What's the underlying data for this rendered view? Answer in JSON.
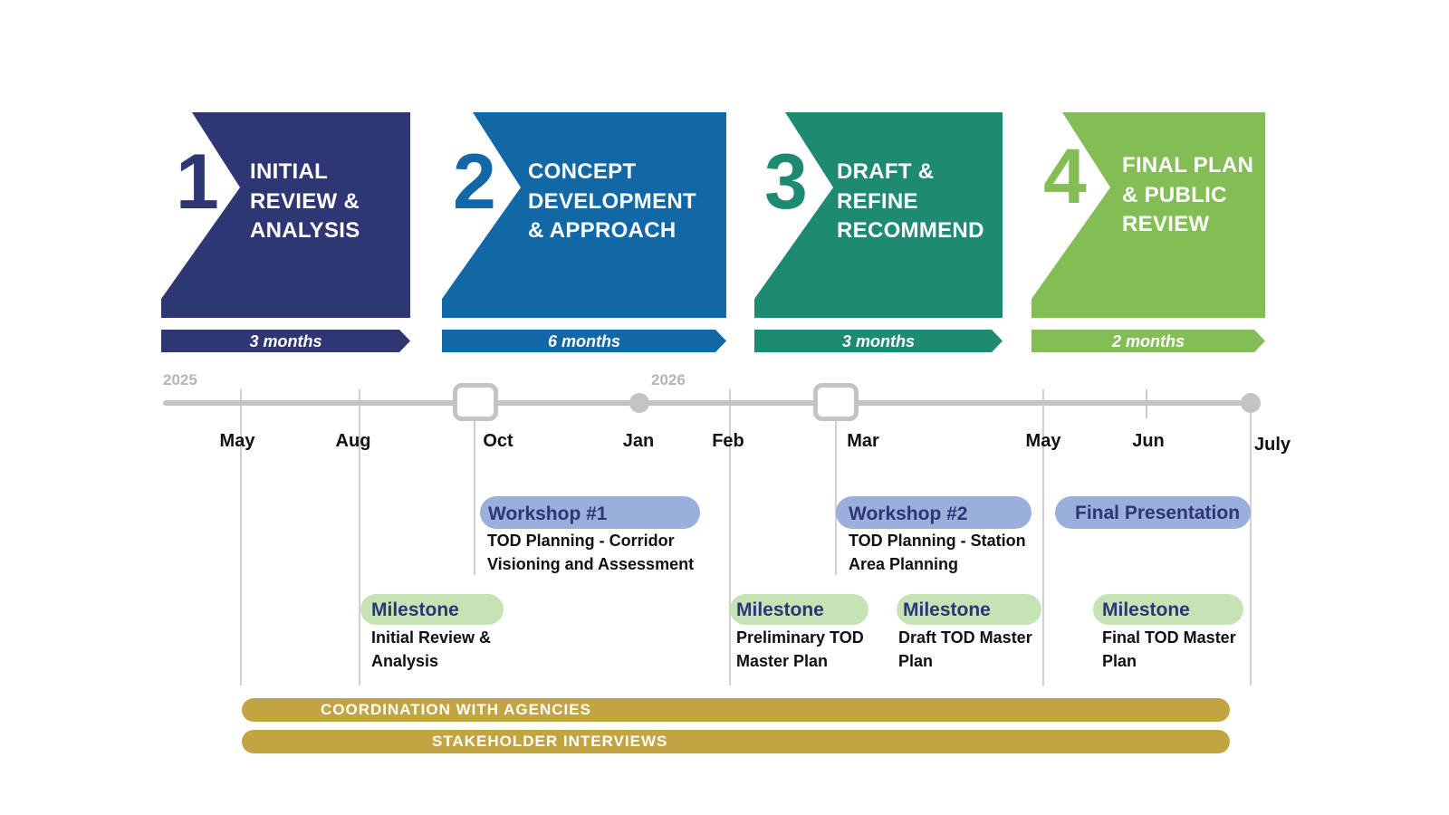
{
  "colors": {
    "phase1": "#2e3673",
    "phase2": "#1268a6",
    "phase3": "#1f8a72",
    "phase4": "#84bd56",
    "workshop": "#9aafdb",
    "milestone": "#c6e3b6",
    "bar": "#c2a443",
    "timeline": "#c3c3c6"
  },
  "phases": [
    {
      "number": "1",
      "title": "INITIAL\nREVIEW &\nANALYSIS",
      "duration": "3 months"
    },
    {
      "number": "2",
      "title": "CONCEPT\nDEVELOPMENT\n& APPROACH",
      "duration": "6 months"
    },
    {
      "number": "3",
      "title": "DRAFT &\nREFINE\nRECOMMEND",
      "duration": "3 months"
    },
    {
      "number": "4",
      "title": "FINAL PLAN\n& PUBLIC\nREVIEW",
      "duration": "2 months"
    }
  ],
  "timeline": {
    "years": [
      "2025",
      "2026"
    ],
    "months": [
      "May",
      "Aug",
      "Oct",
      "Jan",
      "Feb",
      "Mar",
      "May",
      "Jun",
      "July"
    ]
  },
  "workshops": [
    {
      "label": "Workshop #1",
      "desc": "TOD Planning - Corridor\nVisioning and Assessment"
    },
    {
      "label": "Workshop #2",
      "desc": "TOD Planning - Station\nArea Planning"
    },
    {
      "label": "Final Presentation"
    }
  ],
  "milestones": [
    {
      "label": "Milestone",
      "desc": "Initial Review &\nAnalysis"
    },
    {
      "label": "Milestone",
      "desc": "Preliminary TOD\nMaster Plan"
    },
    {
      "label": "Milestone",
      "desc": "Draft TOD Master\nPlan"
    },
    {
      "label": "Milestone",
      "desc": "Final TOD Master\nPlan"
    }
  ],
  "ongoing": [
    "COORDINATION WITH AGENCIES",
    "STAKEHOLDER INTERVIEWS"
  ]
}
